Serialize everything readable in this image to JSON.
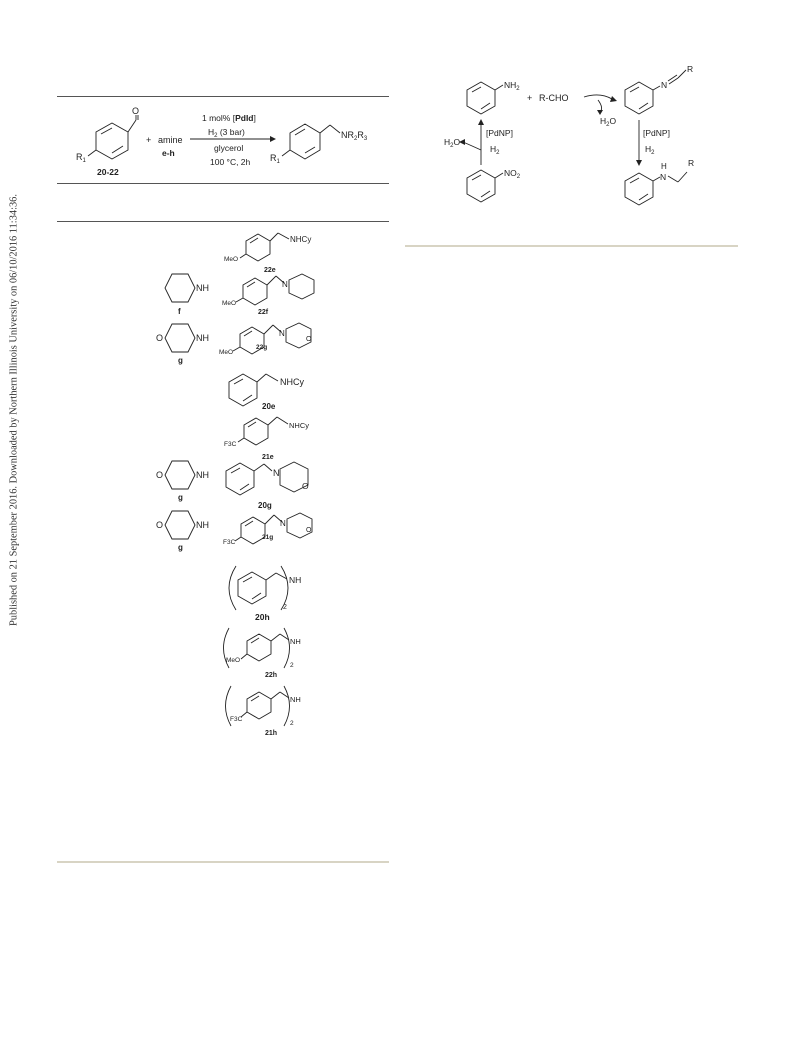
{
  "side_note": "Published on 21 September 2016. Downloaded by Northern Illinois University on 06/10/2016 11:34:36.",
  "scheme": {
    "substrate_label": "20-22",
    "r1": "R",
    "r1_sub": "1",
    "plus": "+",
    "amine": "amine",
    "amine_code": "e-h",
    "cond_1": "1 mol% [",
    "cond_1_bold": "PdId",
    "cond_1_end": "]",
    "cond_2a": "H",
    "cond_2b": "2",
    "cond_2c": " (3 bar)",
    "cond_3": "glycerol",
    "cond_4": "100 °C, 2h",
    "product_r": "NR",
    "product_r2": "2",
    "product_r_mid": "R",
    "product_r3": "3",
    "product_r1": "R",
    "product_r1_sub": "1",
    "carbonyl_o": "O"
  },
  "mechanism": {
    "nh2": "NH",
    "nh2_sub": "2",
    "plus": "+",
    "rcho": "R-CHO",
    "imine_n": "N",
    "imine_r": "R",
    "h2o_1": "H",
    "h2o_1_sub": "2",
    "h2o_1_end": "O",
    "pdnp_1": "[PdNP]",
    "h2_1": "H",
    "h2_1_sub": "2",
    "h2o_2": "H",
    "h2o_2_sub": "2",
    "h2o_2_end": "O",
    "pdnp_2": "[PdNP]",
    "h2_2": "H",
    "h2_2_sub": "2",
    "no2": "NO",
    "no2_sub": "2",
    "amine_h": "H",
    "amine_n": "N",
    "amine_r": "R"
  },
  "amines": [
    {
      "code": "f",
      "nh": "NH",
      "o": ""
    },
    {
      "code": "g",
      "nh": "NH",
      "o": "O"
    },
    {
      "code": "g",
      "nh": "NH",
      "o": "O"
    },
    {
      "code": "g",
      "nh": "NH",
      "o": "O"
    }
  ],
  "products": [
    {
      "code": "22e",
      "sub": "MeO",
      "group": "NHCy"
    },
    {
      "code": "22f",
      "sub": "MeO",
      "group": "N"
    },
    {
      "code": "22g",
      "sub": "MeO",
      "group": "N",
      "o": "O"
    },
    {
      "code": "20e",
      "sub": "",
      "group": "NHCy"
    },
    {
      "code": "21e",
      "sub": "F3C",
      "group": "NHCy"
    },
    {
      "code": "20g",
      "sub": "",
      "group": "N",
      "o": "O"
    },
    {
      "code": "21g",
      "sub": "F3C",
      "group": "N",
      "o": "O"
    },
    {
      "code": "20h",
      "sub": "",
      "group": "NH",
      "count": "2"
    },
    {
      "code": "22h",
      "sub": "MeO",
      "group": "NH",
      "count": "2"
    },
    {
      "code": "21h",
      "sub": "F3C",
      "group": "NH",
      "count": "2"
    }
  ]
}
